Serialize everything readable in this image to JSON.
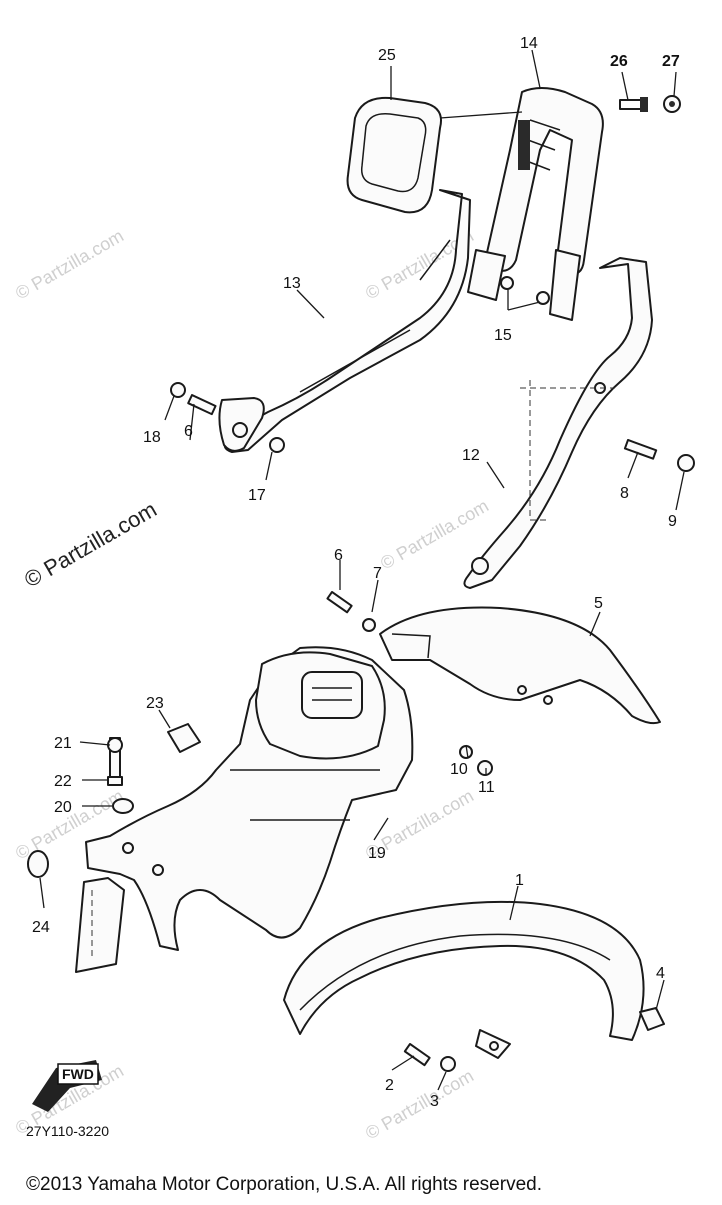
{
  "diagram": {
    "part_labels": [
      "1",
      "2",
      "3",
      "4",
      "5",
      "6",
      "6",
      "7",
      "8",
      "9",
      "10",
      "11",
      "12",
      "13",
      "14",
      "15",
      "17",
      "18",
      "19",
      "20",
      "21",
      "22",
      "23",
      "24",
      "25",
      "26",
      "27"
    ],
    "watermark_main": "© Partzilla.com",
    "watermark_faint": "© Partzilla.com",
    "diagram_code": "27Y110-3220",
    "fwd_label": "FWD",
    "copyright": "©2013  Yamaha Motor Corporation, U.S.A. All rights reserved."
  }
}
